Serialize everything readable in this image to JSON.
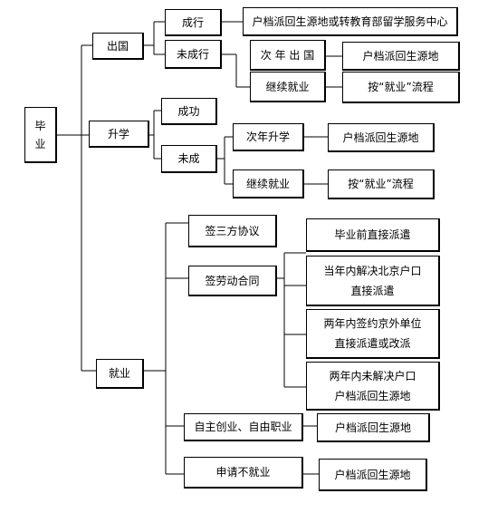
{
  "nodes": {
    "root": "毕业",
    "chuguo": "出国",
    "chengxing": "成行",
    "chengxing_result": "户档派回生源地或转教育部留学服务中心",
    "weichengxing": "未成行",
    "cinian_chuguo": "次 年 出 国",
    "cinian_chuguo_result": "户档派回生源地",
    "jixu_jiuye_1": "继续就业",
    "jixu_jiuye_1_result": "按“就业”流程",
    "shengxue": "升学",
    "chenggong": "成功",
    "weicheng": "未成",
    "cinian_shengxue": "次年升学",
    "cinian_shengxue_result": "户档派回生源地",
    "jixu_jiuye_2": "继续就业",
    "jixu_jiuye_2_result": "按“就业”流程",
    "jiuye": "就业",
    "sanfang": "签三方协议",
    "sanfang_result": "毕业前直接派遣",
    "laodong": "签劳动合同",
    "laodong_r1_line1": "当年内解决北京户口",
    "laodong_r1_line2": "直接派遣",
    "laodong_r2_line1": "两年内签约京外单位",
    "laodong_r2_line2": "直接派遣或改派",
    "laodong_r3_line1": "两年内未解决户口",
    "laodong_r3_line2": "户档派回生源地",
    "zizhu": "自主创业、自由职业",
    "zizhu_result": "户档派回生源地",
    "shenqing": "申请不就业",
    "shenqing_result": "户档派回生源地"
  }
}
